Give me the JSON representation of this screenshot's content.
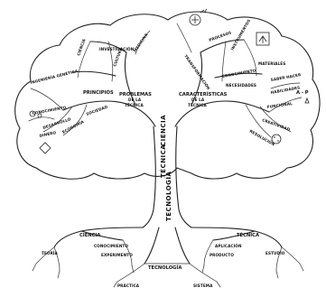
{
  "trunk": {
    "word_top": "CIENCIA",
    "word_mid": "TÉCNICA",
    "word_bottom": "TECNOLOGÍA"
  },
  "left_crown": {
    "center_label_1": "PROBLEMAS",
    "center_label_2": "DE LA",
    "center_label_3": "TÉCNICA",
    "principles": "PRINCIPIOS",
    "branches": [
      "INGENIERÍA GENÉTICA",
      "CONOCIMIENTO",
      "DESARROLLO",
      "ECONOMÍA",
      "CIENCIA",
      "INVESTIGACIÓN",
      "CULTURA",
      "DINERO",
      "MEDICINA",
      "SOCIEDAD"
    ]
  },
  "right_crown": {
    "center_label_1": "CARACTERÍSTICAS",
    "center_label_2": "DE LA",
    "center_label_3": "TÉCNICA",
    "branches": [
      "CONOCIMIENTO",
      "INSTRUMENTOS",
      "TRANSFORMACIÓN",
      "PROCESOS",
      "MATERIALES",
      "SABER HACER",
      "HABILIDADES",
      "FUNCIONAL",
      "CREATIVIDAD",
      "RESOLUCIÓN",
      "NECESIDADES"
    ],
    "corner_note": "A - P"
  },
  "roots": {
    "left_hub": "CIENCIA",
    "right_hub": "TÉCNICA",
    "center_hub": "TECNOLOGÍA",
    "leaves": [
      "TEORÍA",
      "CONOCIMIENTO",
      "PRÁCTICA",
      "EXPERIMENTO",
      "APLICACIÓN",
      "ESTUDIO",
      "SISTEMA",
      "PRODUCTO"
    ]
  }
}
